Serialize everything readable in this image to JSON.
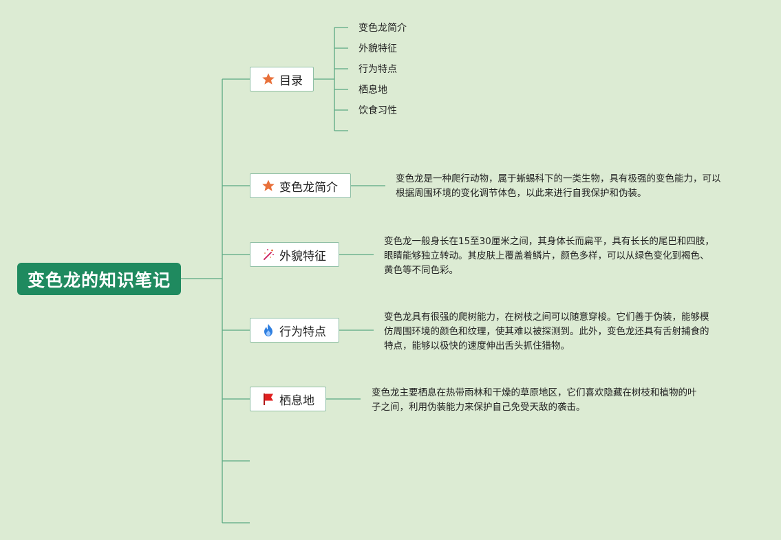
{
  "root": {
    "title": "变色龙的知识笔记"
  },
  "branches": [
    {
      "label": "目录",
      "icon": "star-icon"
    },
    {
      "label": "变色龙简介",
      "icon": "star-icon"
    },
    {
      "label": "外貌特征",
      "icon": "sparkle-wand-icon"
    },
    {
      "label": "行为特点",
      "icon": "flame-icon"
    },
    {
      "label": "栖息地",
      "icon": "red-flag-icon"
    }
  ],
  "toc_items": [
    "变色龙简介",
    "外貌特征",
    "行为特点",
    "栖息地",
    "饮食习性"
  ],
  "descriptions": {
    "intro": [
      "变色龙是一种爬行动物，属于蜥蜴科下的一类生物，具有极强的变色能力，可以",
      "根据周围环境的变化调节体色，以此来进行自我保护和伪装。"
    ],
    "appearance": [
      "变色龙一般身长在15至30厘米之间，其身体长而扁平，具有长长的尾巴和四肢，",
      "眼睛能够独立转动。其皮肤上覆盖着鳞片，颜色多样，可以从绿色变化到褐色、",
      "黄色等不同色彩。"
    ],
    "behavior": [
      "变色龙具有很强的爬树能力，在树枝之间可以随意穿梭。它们善于伪装，能够模",
      "仿周围环境的颜色和纹理，使其难以被探测到。此外，变色龙还具有舌射捕食的",
      "特点，能够以极快的速度伸出舌头抓住猎物。"
    ],
    "habitat": [
      "变色龙主要栖息在热带雨林和干燥的草原地区，它们喜欢隐藏在树枝和植物的叶",
      "子之间，利用伪装能力来保护自己免受天敌的袭击。"
    ]
  },
  "colors": {
    "background": "#dcebd3",
    "root": "#1f8a5f",
    "line": "#2e8b62",
    "star": "#e8703a",
    "flame": "#2f7fe0",
    "flag": "#e02020"
  }
}
